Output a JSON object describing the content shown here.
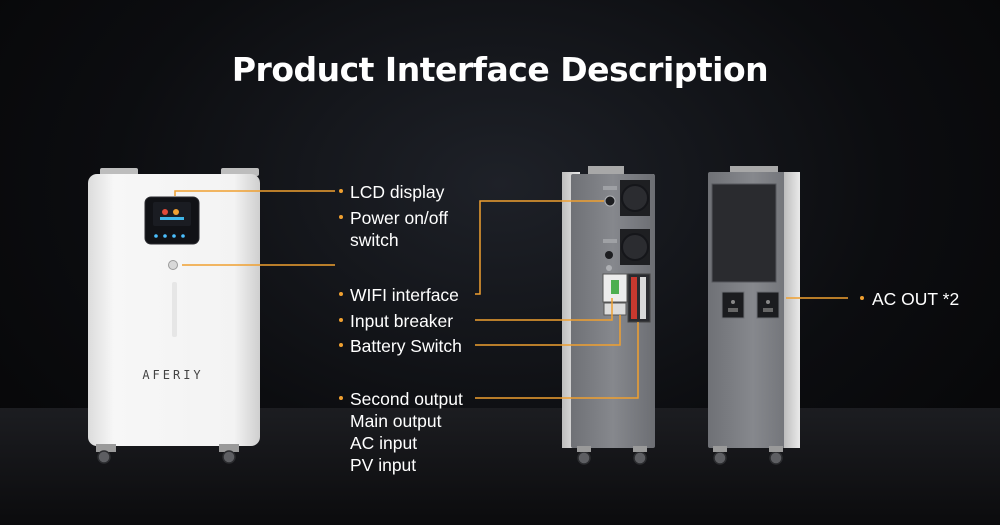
{
  "title": "Product Interface Description",
  "brand": "AFERIY",
  "accent_color": "#f0a030",
  "labels": {
    "lcd_display": "LCD display",
    "power_switch_1": "Power on/off",
    "power_switch_2": "switch",
    "wifi": "WIFI interface",
    "input_breaker": "Input breaker",
    "battery_switch": "Battery Switch",
    "second_output": "Second output",
    "main_output": "Main output",
    "ac_input": "AC input",
    "pv_input": "PV input",
    "ac_out": "AC OUT *2"
  }
}
